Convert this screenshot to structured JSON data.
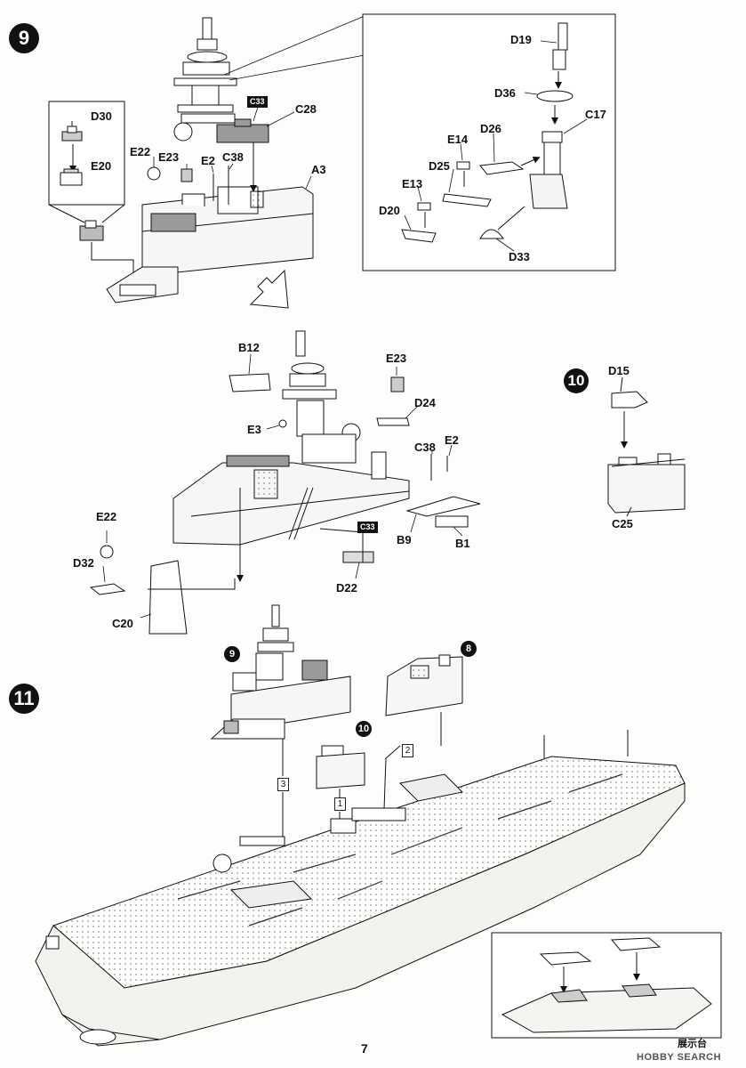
{
  "steps": {
    "step9": "9",
    "step10": "10",
    "step11": "11"
  },
  "step9_inset_left": {
    "parts": [
      "D30",
      "E20"
    ]
  },
  "step9_main": {
    "parts": [
      "E22",
      "E23",
      "E2",
      "C38",
      "A3",
      "C28"
    ],
    "clear_part": "C33"
  },
  "step9_inset_right": {
    "parts": [
      "D19",
      "D36",
      "C17",
      "D26",
      "E14",
      "D25",
      "E13",
      "D20",
      "D33"
    ]
  },
  "step9_sub": {
    "parts": [
      "B12",
      "E23",
      "D24",
      "E3",
      "C38",
      "E2",
      "B9",
      "B1",
      "E22",
      "D32",
      "C20",
      "D22"
    ],
    "clear_part": "C33"
  },
  "step10": {
    "parts": [
      "D15",
      "C25"
    ]
  },
  "step11": {
    "sub_steps": [
      "9",
      "8",
      "10"
    ],
    "sequence": [
      "3",
      "1",
      "2"
    ]
  },
  "stand_label": "展示台",
  "page_number": "7",
  "watermark": "HOBBY SEARCH",
  "colors": {
    "ink": "#111111",
    "panel_gray": "#9a9a9a",
    "deck": "#f4f4f1"
  }
}
